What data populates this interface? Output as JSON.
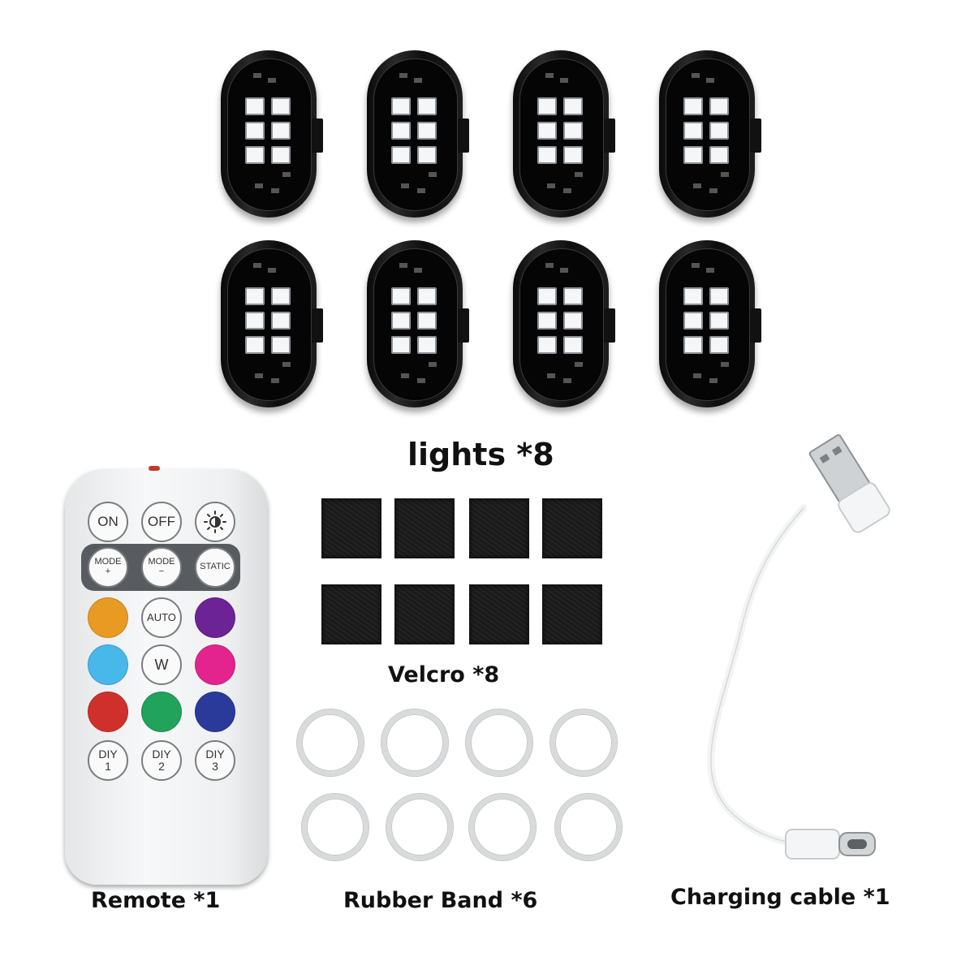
{
  "captions": {
    "lights": "lights *8",
    "remote": "Remote *1",
    "velcro": "Velcro *8",
    "rubber_band": "Rubber Band *6",
    "cable": "Charging cable *1"
  },
  "remote": {
    "row1": [
      "ON",
      "OFF",
      "brightness-icon"
    ],
    "mode_row": [
      [
        "MODE",
        "+"
      ],
      [
        "MODE",
        "−"
      ],
      [
        "STATIC"
      ]
    ],
    "row3": {
      "middle": "AUTO",
      "left_color": "#e89a22",
      "right_color": "#6c2395"
    },
    "row4": {
      "middle": "W",
      "left_color": "#48b7ea",
      "right_color": "#e3248e"
    },
    "row5": {
      "left_color": "#d0302b",
      "middle_color": "#21a35c",
      "right_color": "#2a3a9a"
    },
    "diy": [
      [
        "DIY",
        "1"
      ],
      [
        "DIY",
        "2"
      ],
      [
        "DIY",
        "3"
      ]
    ]
  },
  "counts": {
    "lights": 8,
    "velcro_pieces": 8,
    "rubber_bands_shown": 8
  }
}
